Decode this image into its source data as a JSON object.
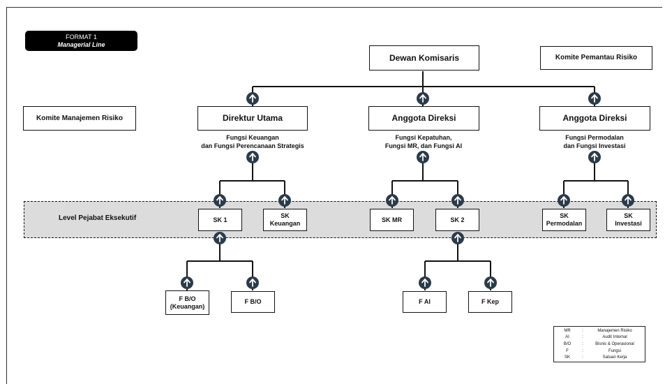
{
  "format": {
    "title": "FORMAT 1",
    "subtitle": "Managerial Line"
  },
  "boxes": {
    "dewan_komisaris": "Dewan Komisaris",
    "komite_pemantau": "Komite Pemantau Risiko",
    "komite_manajemen": "Komite Manajemen Risiko",
    "direktur_utama": "Direktur Utama",
    "anggota_direksi_1": "Anggota Direksi",
    "anggota_direksi_2": "Anggota Direksi",
    "sk1": "SK 1",
    "sk_keuangan": "SK\nKeuangan",
    "sk_mr": "SK MR",
    "sk2": "SK 2",
    "sk_permodalan": "SK\nPermodalan",
    "sk_investasi": "SK\nInvestasi",
    "f_bo_keuangan": "F B/O\n(Keuangan)",
    "f_bo": "F B/O",
    "f_ai": "F AI",
    "f_kep": "F Kep"
  },
  "captions": {
    "direktur": "Fungsi Keuangan\ndan Fungsi Perencanaan Strategis",
    "direksi1": "Fungsi Kepatuhan,\nFungsi MR, dan Fungsi AI",
    "direksi2": "Fungsi Permodalan\ndan Fungsi Investasi"
  },
  "band_label": "Level Pejabat Eksekutif",
  "legend": [
    {
      "key": "MR",
      "sep": ":",
      "value": "Manajemen Risiko"
    },
    {
      "key": "AI",
      "sep": ":",
      "value": "Audit Internal"
    },
    {
      "key": "B/O",
      "sep": ":",
      "value": "Bisnis & Operasional"
    },
    {
      "key": "F",
      "sep": ":",
      "value": "Fungsi"
    },
    {
      "key": "SK",
      "sep": ":",
      "value": "Satuan Kerja"
    }
  ]
}
